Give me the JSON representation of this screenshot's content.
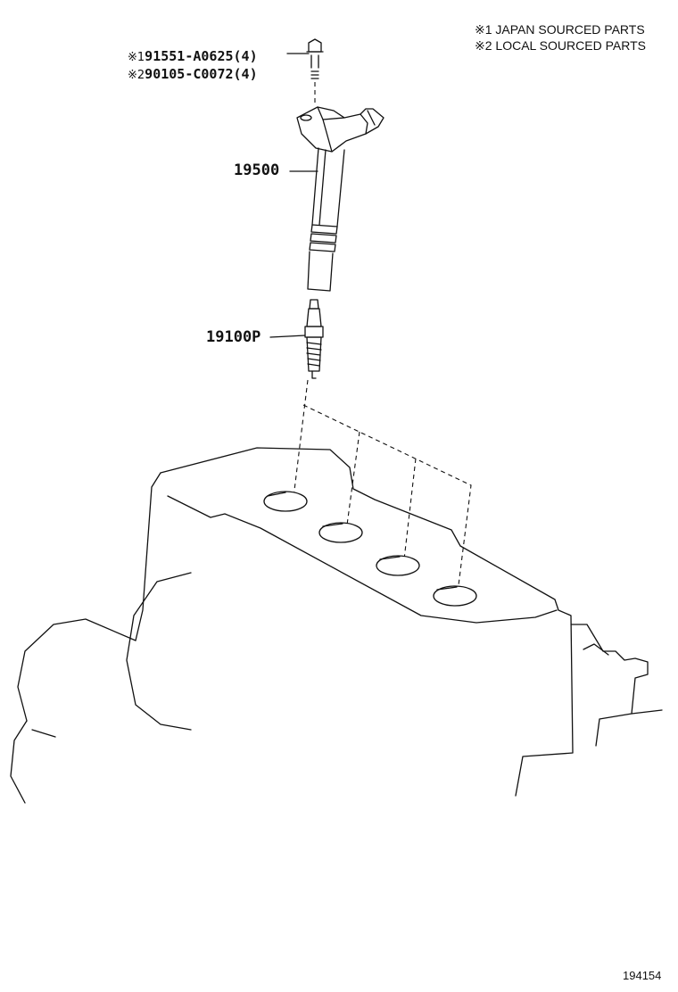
{
  "legend": {
    "japan": "※1 JAPAN SOURCED PARTS",
    "local": "※2 LOCAL SOURCED PARTS"
  },
  "callouts": {
    "bolt_japan_mark": "※1",
    "bolt_japan": "91551-A0625(4)",
    "bolt_local_mark": "※2",
    "bolt_local": "90105-C0072(4)",
    "ignition_coil": "19500",
    "spark_plug": "19100P"
  },
  "illustration_number": "194154"
}
